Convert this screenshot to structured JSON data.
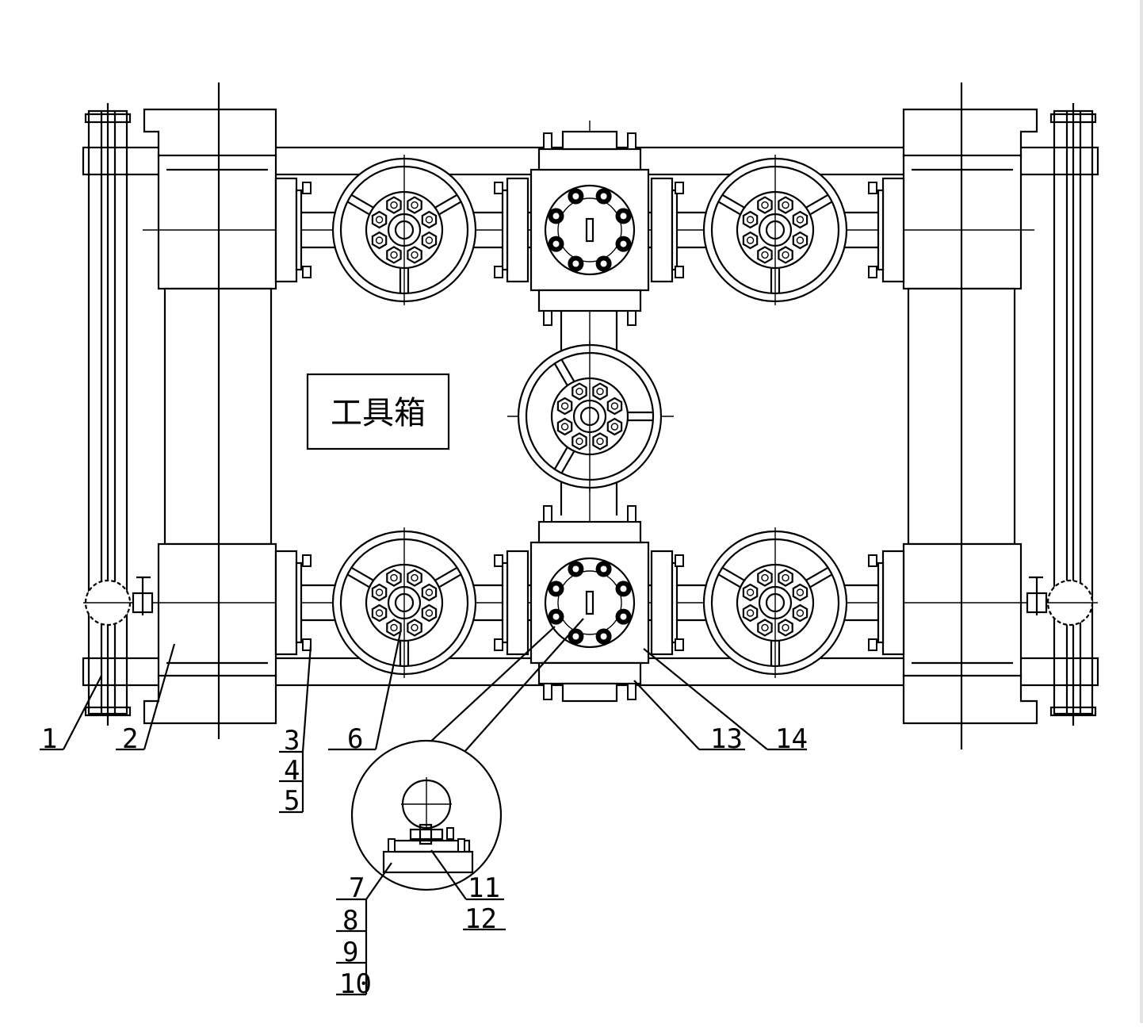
{
  "drawing": {
    "toolbox_label": "工具箱",
    "callouts": [
      {
        "id": "1"
      },
      {
        "id": "2"
      },
      {
        "id": "3"
      },
      {
        "id": "4"
      },
      {
        "id": "5"
      },
      {
        "id": "6"
      },
      {
        "id": "7"
      },
      {
        "id": "8"
      },
      {
        "id": "9"
      },
      {
        "id": "10"
      },
      {
        "id": "11"
      },
      {
        "id": "12"
      },
      {
        "id": "13"
      },
      {
        "id": "14"
      }
    ]
  }
}
